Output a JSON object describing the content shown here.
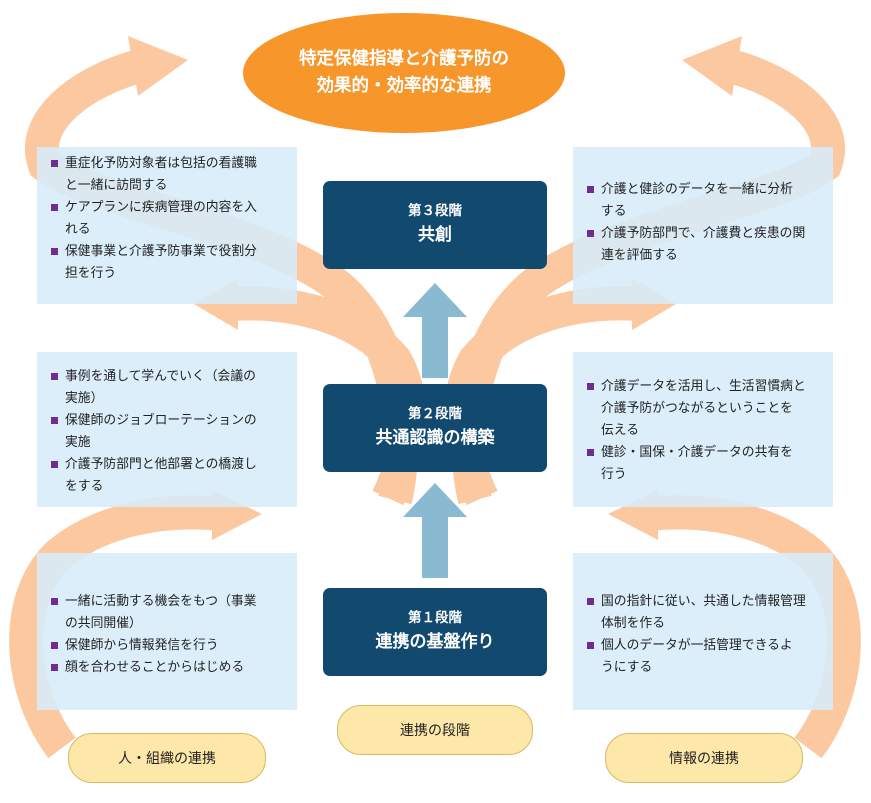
{
  "goal": {
    "line1": "特定保健指導と介護予防の",
    "line2": "効果的・効率的な連携"
  },
  "stages": [
    {
      "num": "第３段階",
      "name": "共創"
    },
    {
      "num": "第２段階",
      "name": "共通認識の構築"
    },
    {
      "num": "第１段階",
      "name": "連携の基盤作り"
    }
  ],
  "left_panels": [
    {
      "items": [
        [
          "重症化予防対象者は包括の看護職",
          "と一緒に訪問する"
        ],
        [
          "ケアプランに疾病管理の内容を入",
          "れる"
        ],
        [
          "保健事業と介護予防事業で役割分",
          "担を行う"
        ]
      ]
    },
    {
      "items": [
        [
          "事例を通して学んでいく（会議の",
          "実施）"
        ],
        [
          "保健師のジョブローテーションの",
          "実施"
        ],
        [
          "介護予防部門と他部署との橋渡し",
          "をする"
        ]
      ]
    },
    {
      "items": [
        [
          "一緒に活動する機会をもつ（事業",
          "の共同開催）"
        ],
        [
          "保健師から情報発信を行う"
        ],
        [
          "顔を合わせることからはじめる"
        ]
      ]
    }
  ],
  "right_panels": [
    {
      "items": [
        [
          "介護と健診のデータを一緒に分析",
          "する"
        ],
        [
          "介護予防部門で、介護費と疾患の関",
          "連を評価する"
        ]
      ]
    },
    {
      "items": [
        [
          "介護データを活用し、生活習慣病と",
          "介護予防がつながるということを",
          "伝える"
        ],
        [
          "健診・国保・介護データの共有を",
          "行う"
        ]
      ]
    },
    {
      "items": [
        [
          "国の指針に従い、共通した情報管理",
          "体制を作る"
        ],
        [
          "個人のデータが一括管理できるよ",
          "うにする"
        ]
      ]
    }
  ],
  "labels": {
    "people": "人・組織の連携",
    "stages": "連携の段階",
    "info": "情報の連携"
  },
  "colors": {
    "goal": "#f7962a",
    "stage_box": "#12496f",
    "panel": "#d6ecf9",
    "curved_arrow": "#fbc8a0",
    "up_arrow": "#8ab9d2",
    "label_fill": "#fde7a9",
    "bullet": "#6f2d91"
  }
}
